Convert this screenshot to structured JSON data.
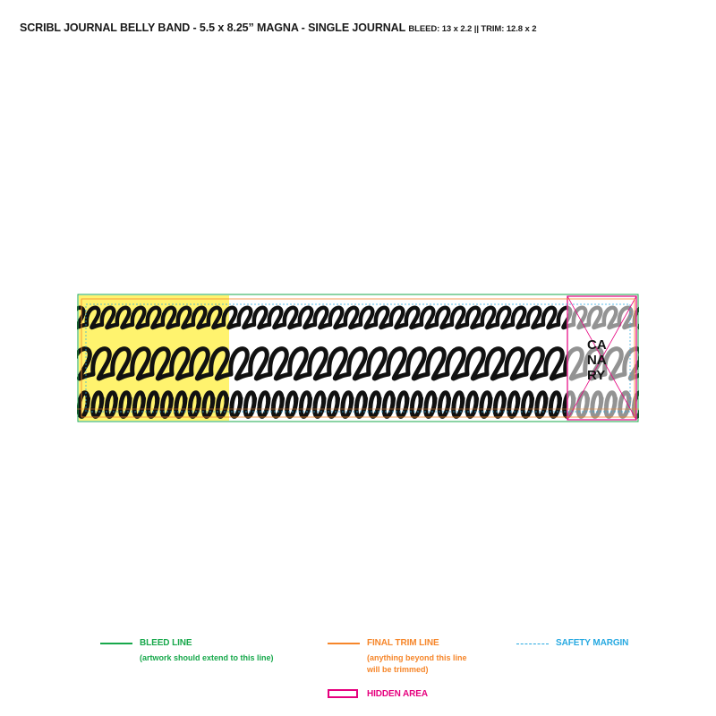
{
  "header": {
    "title": "SCRIBL JOURNAL BELLY BAND - 5.5 x 8.25” MAGNA - SINGLE JOURNAL",
    "dims": "BLEED: 13 x 2.2 || TRIM: 12.8 x 2"
  },
  "band": {
    "brand_letters": [
      "CA",
      "NA",
      "RY"
    ],
    "colors": {
      "yellow_panel": "#fff36e",
      "ink": "#111111",
      "bleed": "#17a84b",
      "trim": "#f6862a",
      "safety": "#27a9e1",
      "hidden": "#e6007e"
    },
    "pattern": "black loop scribble (three rows)"
  },
  "legend": {
    "bleed": {
      "label": "BLEED LINE",
      "note": "(artwork should extend to this line)",
      "color": "#17a84b"
    },
    "trim": {
      "label": "FINAL TRIM LINE",
      "note_lines": [
        "(anything beyond this line",
        "will be trimmed)"
      ],
      "color": "#f6862a"
    },
    "safety": {
      "label": "SAFETY MARGIN",
      "color": "#27a9e1"
    },
    "hidden": {
      "label": "HIDDEN AREA",
      "color": "#e6007e"
    }
  }
}
